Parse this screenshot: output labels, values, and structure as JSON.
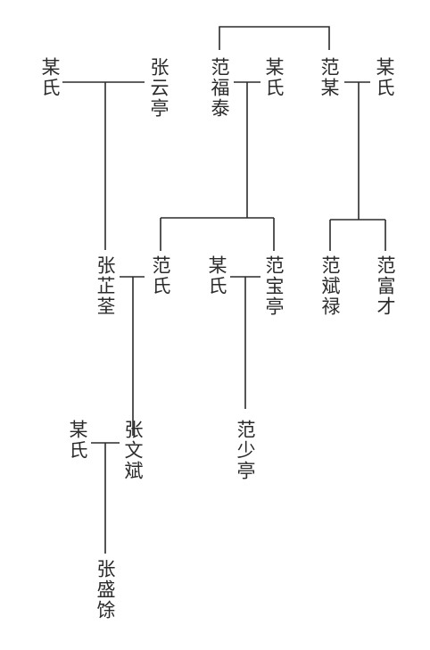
{
  "people": {
    "zhang_yunting": "张云亭",
    "mou_shi_1": "某氏",
    "fan_futai": "范福泰",
    "mou_shi_2": "某氏",
    "fan_mou": "范某",
    "mou_shi_3": "某氏",
    "zhang_zhi_quan": "张芷荃",
    "fan_shi": "范氏",
    "mou_shi_4": "某氏",
    "fan_baoting": "范宝亭",
    "fan_binlu": "范斌禄",
    "fan_fucai": "范富才",
    "mou_shi_5": "某氏",
    "zhang_wenbin": "张文斌",
    "fan_shaoting": "范少亭",
    "zhang_shengyu": "张盛馀"
  },
  "colors": {
    "ink": "#2b2b2b",
    "background": "#ffffff"
  }
}
